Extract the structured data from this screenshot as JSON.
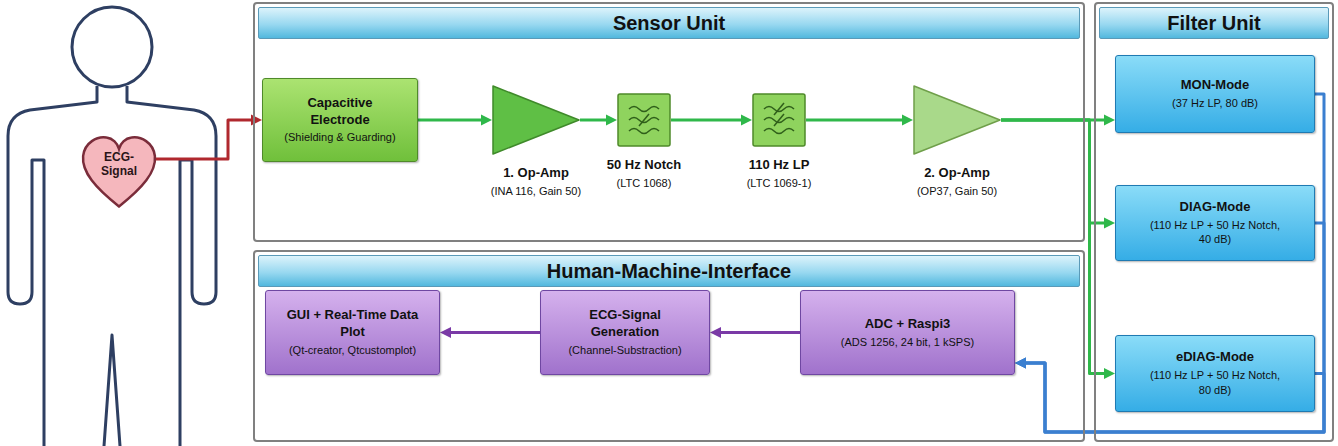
{
  "diagram": {
    "nodes": [
      {
        "text": [
          "ECG-Signal"
        ]
      },
      {
        "text": [
          "Sensor Unit"
        ]
      },
      {
        "text": [
          "Capacitive Electrode",
          "(Shielding & Guarding)"
        ],
        "in": 1
      },
      {
        "text": [
          "1. Op-Amp",
          "(INA 116, Gain 50)"
        ],
        "in": 1
      },
      {
        "text": [
          "50 Hz Notch",
          "(LTC 1068)"
        ],
        "in": 1
      },
      {
        "text": [
          "110 Hz LP",
          "(LTC 1069-1)"
        ],
        "in": 1
      },
      {
        "text": [
          "2. Op-Amp",
          "(OP37, Gain 50)"
        ],
        "in": 1
      },
      {
        "text": [
          "Filter Unit"
        ]
      },
      {
        "text": [
          "MON-Mode",
          "(37 Hz LP, 80 dB)"
        ],
        "in": 7
      },
      {
        "text": [
          "DIAG-Mode",
          "(110 Hz LP + 50 Hz Notch, 40 dB)"
        ],
        "in": 7
      },
      {
        "text": [
          "eDIAG-Mode",
          "(110 Hz LP + 50 Hz Notch, 80 dB)"
        ],
        "in": 7
      },
      {
        "text": [
          "Human-Machine-Interface"
        ]
      },
      {
        "text": [
          "GUI + Real-Time Data Plot",
          "(Qt-creator, Qtcustomplot)"
        ],
        "in": 11
      },
      {
        "text": [
          "ECG-Signal Generation",
          "(Channel-Substraction)"
        ],
        "in": 11
      },
      {
        "text": [
          "ADC + Raspi3",
          "(ADS 1256, 24 bit, 1 kSPS)"
        ],
        "in": 11
      }
    ],
    "edges": [
      {
        "from": 0,
        "to": 2,
        "arrow": "to"
      },
      {
        "from": 2,
        "to": 3,
        "arrow": "to"
      },
      {
        "from": 3,
        "to": 4,
        "arrow": "to"
      },
      {
        "from": 4,
        "to": 5,
        "arrow": "to"
      },
      {
        "from": 5,
        "to": 6,
        "arrow": "to"
      },
      {
        "from": 6,
        "to": 8,
        "arrow": "to"
      },
      {
        "from": 6,
        "to": 9,
        "arrow": "to"
      },
      {
        "from": 6,
        "to": 10,
        "arrow": "to"
      },
      {
        "from": 8,
        "to": 14,
        "arrow": "to"
      },
      {
        "from": 9,
        "to": 14,
        "arrow": "to"
      },
      {
        "from": 10,
        "to": 14,
        "arrow": "to"
      },
      {
        "from": 14,
        "to": 13,
        "arrow": "to"
      },
      {
        "from": 13,
        "to": 12,
        "arrow": "to"
      }
    ]
  }
}
